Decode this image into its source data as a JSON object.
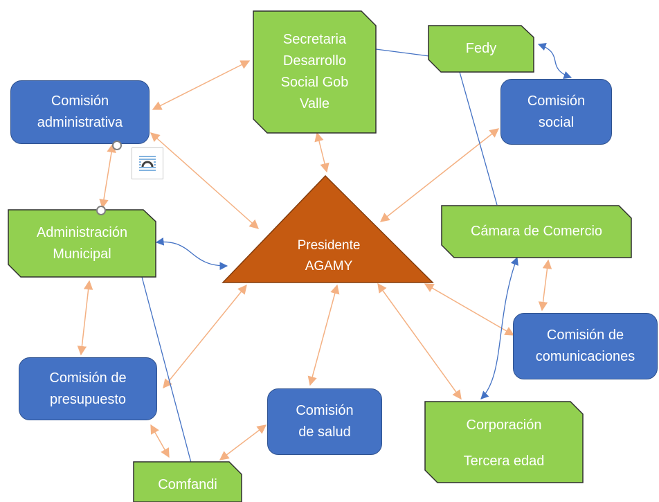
{
  "diagram": {
    "center": {
      "lines": [
        "Presidente",
        "AGAMY"
      ]
    },
    "nodes": {
      "comision_administrativa": {
        "lines": [
          "Comisión",
          "administrativa"
        ]
      },
      "secretaria": {
        "lines": [
          "Secretaria",
          "Desarrollo",
          "Social Gob",
          "Valle"
        ]
      },
      "fedy": {
        "lines": [
          "Fedy"
        ]
      },
      "comision_social": {
        "lines": [
          "Comisión",
          "social"
        ]
      },
      "administracion_municipal": {
        "lines": [
          "Administración",
          "Municipal"
        ]
      },
      "camara_comercio": {
        "lines": [
          "Cámara de Comercio"
        ]
      },
      "comision_comunicaciones": {
        "lines": [
          "Comisión de",
          "comunicaciones"
        ]
      },
      "comision_presupuesto": {
        "lines": [
          "Comisión de",
          "presupuesto"
        ]
      },
      "comision_salud": {
        "lines": [
          "Comisión",
          "de salud"
        ]
      },
      "corporacion": {
        "lines": [
          "Corporación",
          "Tercera edad"
        ]
      },
      "comfandi": {
        "lines": [
          "Comfandi"
        ]
      }
    }
  },
  "colors": {
    "blue_node": "#4472c4",
    "green_node": "#92d050",
    "center_triangle": "#c55a11",
    "orange_connector": "#f4b183",
    "blue_connector": "#4472c4"
  },
  "icons": {
    "layout_options": "layout-options-icon"
  }
}
